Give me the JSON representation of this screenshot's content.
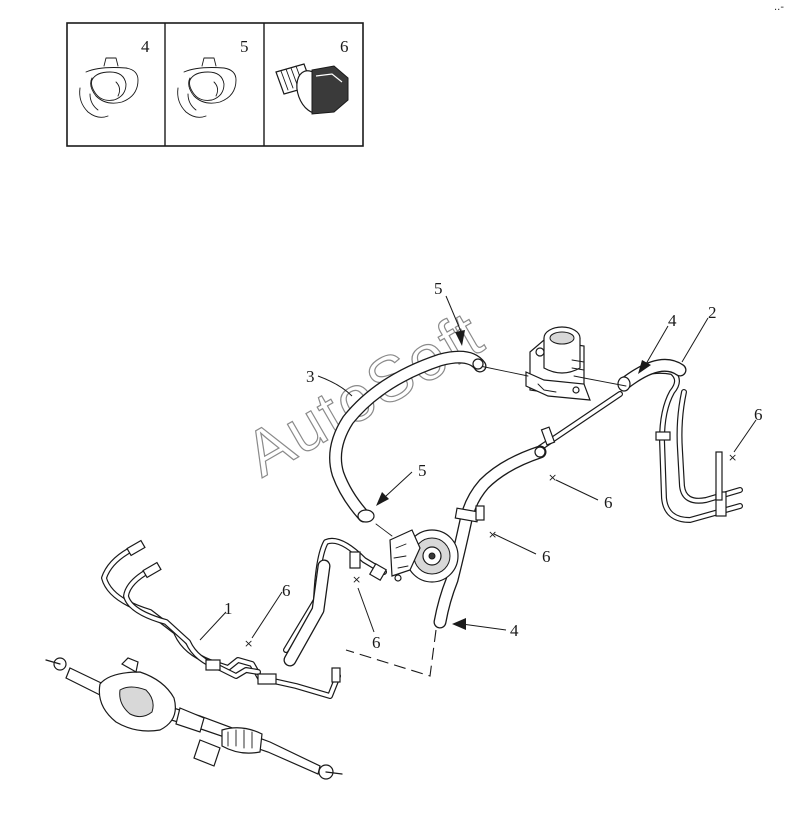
{
  "legend": {
    "cells": [
      {
        "number": "4",
        "part_icon": "hose-clamp-icon"
      },
      {
        "number": "5",
        "part_icon": "hose-clamp-icon"
      },
      {
        "number": "6",
        "part_icon": "flange-bolt-icon"
      }
    ]
  },
  "callouts": {
    "c1": "1",
    "c2": "2",
    "c3": "3",
    "c4_top": "4",
    "c4_bottom": "4",
    "c5_top": "5",
    "c5_mid": "5",
    "c6_right": "6",
    "c6_mid_upper": "6",
    "c6_mid_lower": "6",
    "c6_pump": "6",
    "c6_left": "6"
  },
  "bolt_marks": {
    "mark": "×"
  },
  "watermark": {
    "text": "AutoSoft"
  },
  "corner_mark": {
    "text": "..-"
  }
}
